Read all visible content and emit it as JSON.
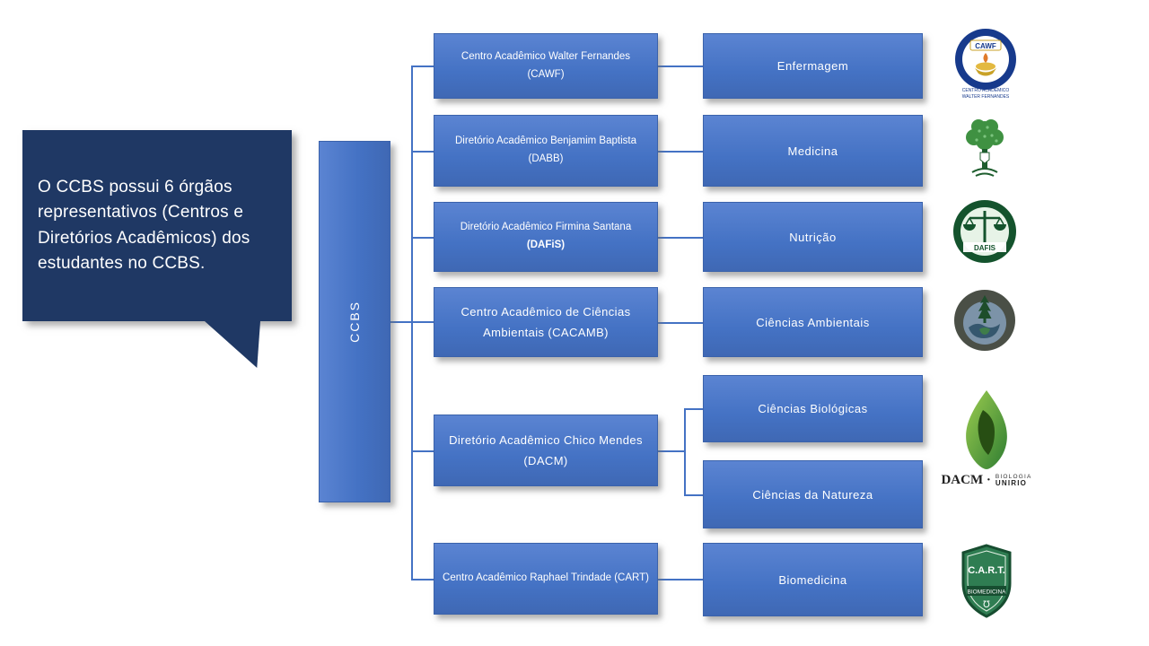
{
  "callout": {
    "text": "O CCBS possui 6 órgãos representativos (Centros e Diretórios Acadêmicos) dos estudantes no CCBS."
  },
  "root": {
    "label": "CCBS"
  },
  "units": [
    {
      "label": "Centro Acadêmico Walter Fernandes (CAWF)"
    },
    {
      "label": "Diretório Acadêmico Benjamim Baptista (DABB)"
    },
    {
      "label": "Diretório Acadêmico Firmina Santana ",
      "label_bold": "(DAFiS)"
    },
    {
      "label": "Centro Acadêmico de Ciências Ambientais (CACAMB)"
    },
    {
      "label": "Diretório Acadêmico Chico Mendes (DACM)"
    },
    {
      "label": "Centro Acadêmico Raphael Trindade (CART)"
    }
  ],
  "courses": [
    {
      "label": "Enfermagem"
    },
    {
      "label": "Medicina"
    },
    {
      "label": "Nutrição"
    },
    {
      "label": "Ciências Ambientais"
    },
    {
      "label": "Ciências Biológicas"
    },
    {
      "label": "Ciências da Natureza"
    },
    {
      "label": "Biomedicina"
    }
  ],
  "logos": {
    "cawf": {
      "acronym": "CAWF",
      "caption_line1": "CENTRO ACADÊMICO",
      "caption_line2": "WALTER FERNANDES"
    },
    "dafis": {
      "acronym": "DAFIS"
    },
    "dacm": {
      "acronym": "DACM ·",
      "caption_line1": "BIOLOGIA",
      "caption_line2": "UNIRIO"
    },
    "cart": {
      "acronym": "C.A.R.T.",
      "caption": "BIOMEDICINA"
    }
  },
  "colors": {
    "box_blue": "#4472C4",
    "callout_navy": "#1F3864",
    "connector": "#4472C4"
  }
}
